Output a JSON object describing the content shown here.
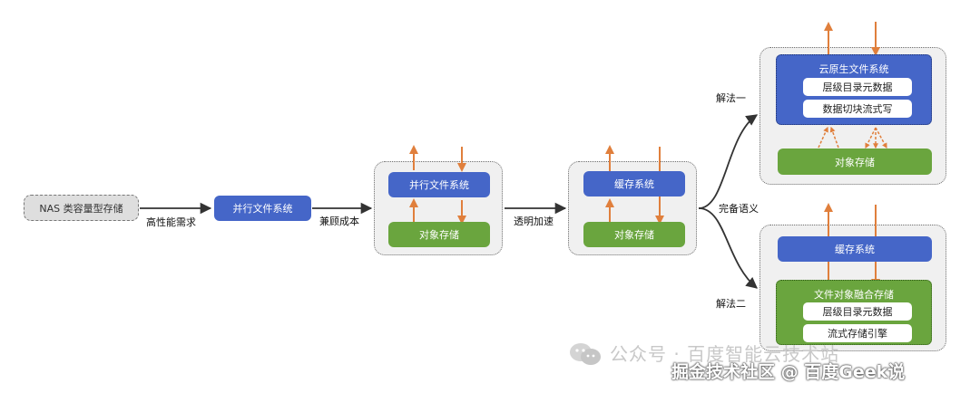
{
  "nodes": {
    "nas": "NAS 类容量型存储",
    "parallel_fs": "并行文件系统",
    "g1_parallel_fs": "并行文件系统",
    "g1_object_storage": "对象存储",
    "g2_cache_system": "缓存系统",
    "g2_object_storage": "对象存储",
    "cloud_native_fs": "云原生文件系统",
    "hier_metadata_1": "层级目录元数据",
    "data_chunk_stream_write": "数据切块流式写",
    "g3_object_storage": "对象存储",
    "g4_cache_system": "缓存系统",
    "file_object_fusion": "文件对象融合存储",
    "hier_metadata_2": "层级目录元数据",
    "stream_storage_engine": "流式存储引擎"
  },
  "edges": {
    "high_perf_demand": "高性能需求",
    "cost_balance": "兼顾成本",
    "transparent_accel": "透明加速",
    "full_semantics": "完备语义",
    "solution_one": "解法一",
    "solution_two": "解法二"
  },
  "watermark": {
    "wechat": "公众号 · 百度智能云技术站",
    "juejin": "掘金技术社区 @ 百度Geek说"
  },
  "colors": {
    "blue": "#4566c8",
    "green": "#6aa53e",
    "arrow": "#e07f3c",
    "connector": "#333333"
  }
}
